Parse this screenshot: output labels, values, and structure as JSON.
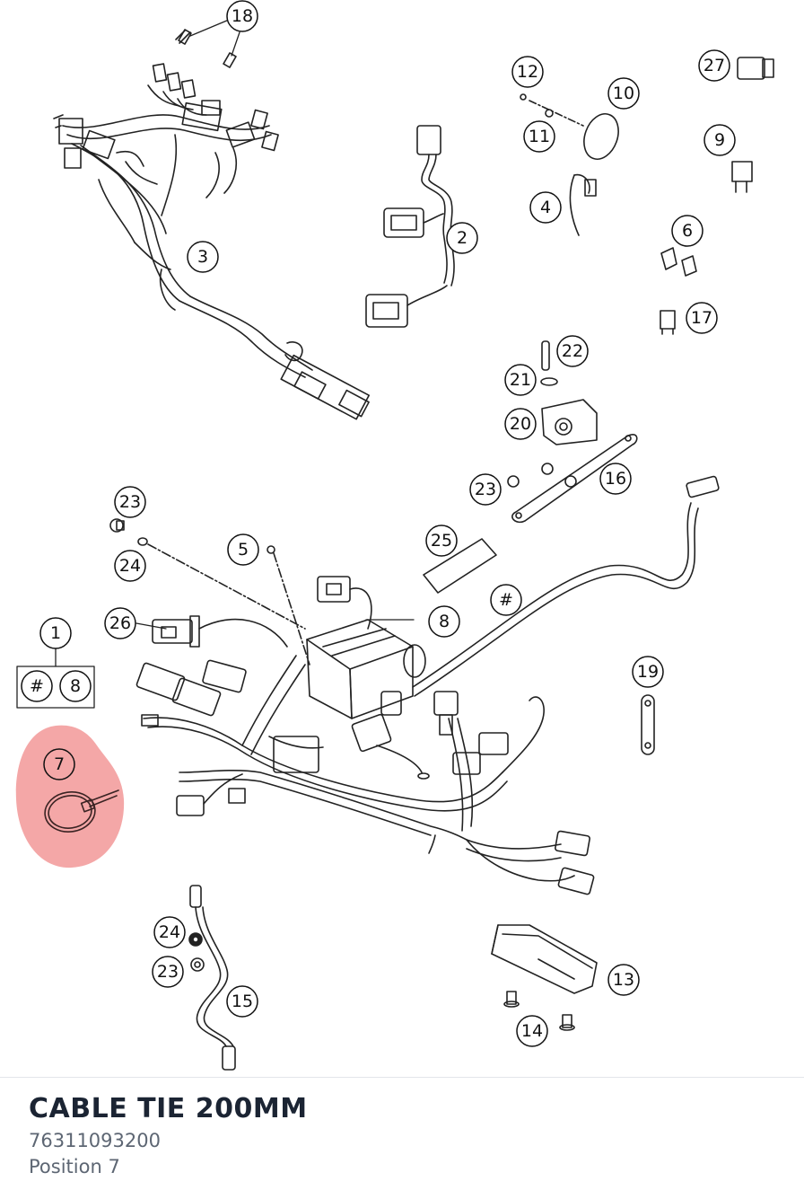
{
  "diagram": {
    "highlight_color": "#f08a8a",
    "callouts": [
      {
        "id": "c18",
        "label": "18"
      },
      {
        "id": "c12",
        "label": "12"
      },
      {
        "id": "c10",
        "label": "10"
      },
      {
        "id": "c11",
        "label": "11"
      },
      {
        "id": "c27",
        "label": "27"
      },
      {
        "id": "c9",
        "label": "9"
      },
      {
        "id": "c2",
        "label": "2"
      },
      {
        "id": "c4",
        "label": "4"
      },
      {
        "id": "c3",
        "label": "3"
      },
      {
        "id": "c6",
        "label": "6"
      },
      {
        "id": "c17",
        "label": "17"
      },
      {
        "id": "c22",
        "label": "22"
      },
      {
        "id": "c21",
        "label": "21"
      },
      {
        "id": "c20",
        "label": "20"
      },
      {
        "id": "c16",
        "label": "16"
      },
      {
        "id": "c23a",
        "label": "23"
      },
      {
        "id": "c23b",
        "label": "23"
      },
      {
        "id": "c24a",
        "label": "24"
      },
      {
        "id": "c5",
        "label": "5"
      },
      {
        "id": "c25",
        "label": "25"
      },
      {
        "id": "chash",
        "label": "#"
      },
      {
        "id": "c26",
        "label": "26"
      },
      {
        "id": "c8",
        "label": "8"
      },
      {
        "id": "c1",
        "label": "1"
      },
      {
        "id": "c1hash",
        "label": "#"
      },
      {
        "id": "c1eight",
        "label": "8"
      },
      {
        "id": "c19",
        "label": "19"
      },
      {
        "id": "c7",
        "label": "7"
      },
      {
        "id": "c24b",
        "label": "24"
      },
      {
        "id": "c23c",
        "label": "23"
      },
      {
        "id": "c15",
        "label": "15"
      },
      {
        "id": "c13",
        "label": "13"
      },
      {
        "id": "c14",
        "label": "14"
      }
    ]
  },
  "part": {
    "title": "CABLE TIE 200MM",
    "number": "76311093200",
    "position": "Position 7"
  }
}
